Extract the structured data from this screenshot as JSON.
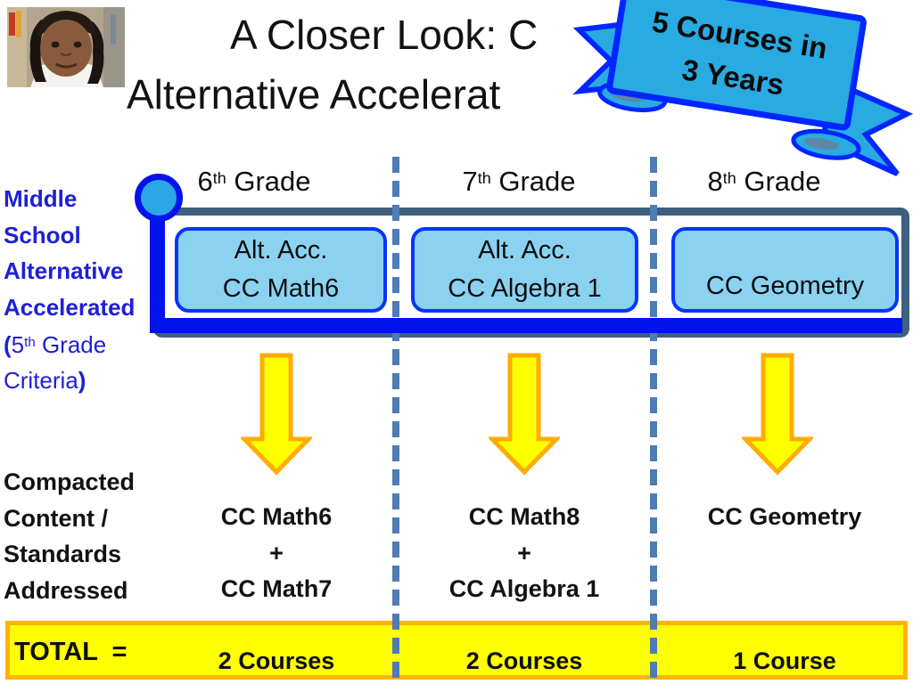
{
  "title": {
    "line1": "A Closer Look: C",
    "line2": "Alternative Accelerat"
  },
  "banner": {
    "line1": "5 Courses in",
    "line2": "3 Years"
  },
  "photo": {
    "description": "young girl with braided pigtails, white shirt"
  },
  "left_labels": {
    "program": {
      "line1": "Middle",
      "line2": "School",
      "line3": "Alternative",
      "line4": "Accelerated",
      "line5_open": "(",
      "line5_num": "5",
      "line5_sup": "th",
      "line5_rest": " Grade",
      "line6_text": "Criteria",
      "line6_close": ")"
    },
    "compacted": {
      "line1": "Compacted",
      "line2": "Content /",
      "line3": "Standards",
      "line4": "Addressed"
    },
    "total_label": "TOTAL  ="
  },
  "columns": [
    {
      "grade_num": "6",
      "grade_sup": "th",
      "grade_rest": " Grade",
      "box_line1": "Alt. Acc.",
      "box_line2": "CC Math6",
      "compacted_line1": "CC Math6",
      "compacted_line2": "+",
      "compacted_line3": "CC Math7",
      "total": "2 Courses"
    },
    {
      "grade_num": "7",
      "grade_sup": "th",
      "grade_rest": " Grade",
      "box_line1": "Alt. Acc.",
      "box_line2": "CC Algebra 1",
      "compacted_line1": "CC Math8",
      "compacted_line2": "+",
      "compacted_line3": "CC Algebra 1",
      "total": "2 Courses"
    },
    {
      "grade_num": "8",
      "grade_sup": "th",
      "grade_rest": " Grade",
      "box_line2": "CC Geometry",
      "compacted_line1": "CC Geometry",
      "total": "1 Course"
    }
  ],
  "colors": {
    "banner_fill": "#29ABE2",
    "banner_stroke": "#0026FF",
    "banner_fold": "#5C88A5",
    "path_blue": "#0213EB",
    "circle_fill": "#2BA7E8",
    "box_fill": "#8BD2F1",
    "box_border": "#0435FF",
    "frame_steel": "#3E5F7E",
    "dash_blue": "#4E7CB5",
    "arrow_fill": "#FFFF00",
    "arrow_stroke": "#FFAC00",
    "total_fill": "#FFFF00",
    "total_border": "#FFB405",
    "sidebar_blue": "#1F1FD6"
  }
}
